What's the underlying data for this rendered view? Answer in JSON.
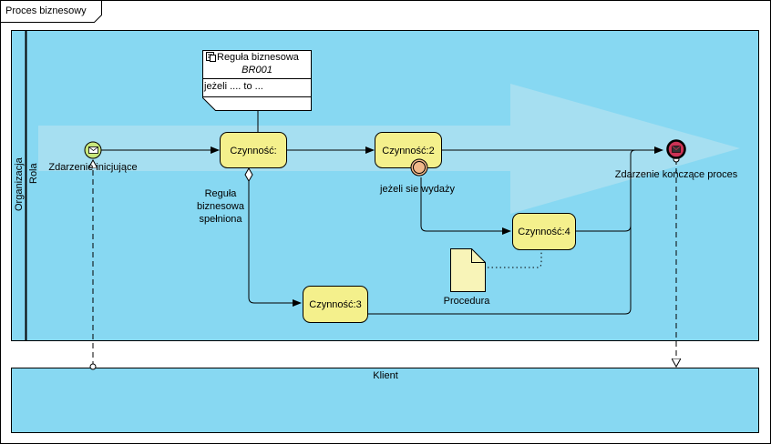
{
  "frame": {
    "title": "Proces biznesowy"
  },
  "pool": {
    "name": "Organizacja",
    "lane": "Rola"
  },
  "client_pool": {
    "name": "Klient"
  },
  "business_rule": {
    "title": "Reguła biznesowa",
    "id": "BR001",
    "rule": "jeżeli .... to ..."
  },
  "events": {
    "start": {
      "label": "Zdarzenie inicjujące",
      "icon": "envelope-icon"
    },
    "end": {
      "label": "Zdarzenie kończące proces",
      "icon": "envelope-filled-icon"
    },
    "boundary": {
      "label": "jeżeli sie wydaży"
    }
  },
  "tasks": {
    "t1": "Czynność:",
    "t2": "Czynność:2",
    "t3": "Czynność:3",
    "t4": "Czynność:4"
  },
  "condition": {
    "line1": "Reguła",
    "line2": "biznesowa",
    "line3": "spełniona"
  },
  "document": {
    "label": "Procedura"
  },
  "colors": {
    "pool": "#87d8f2",
    "task": "#f4f08c",
    "end_event": "#cc3355",
    "start_event": "#c8e87c",
    "boundary_event": "#f0b88a"
  }
}
